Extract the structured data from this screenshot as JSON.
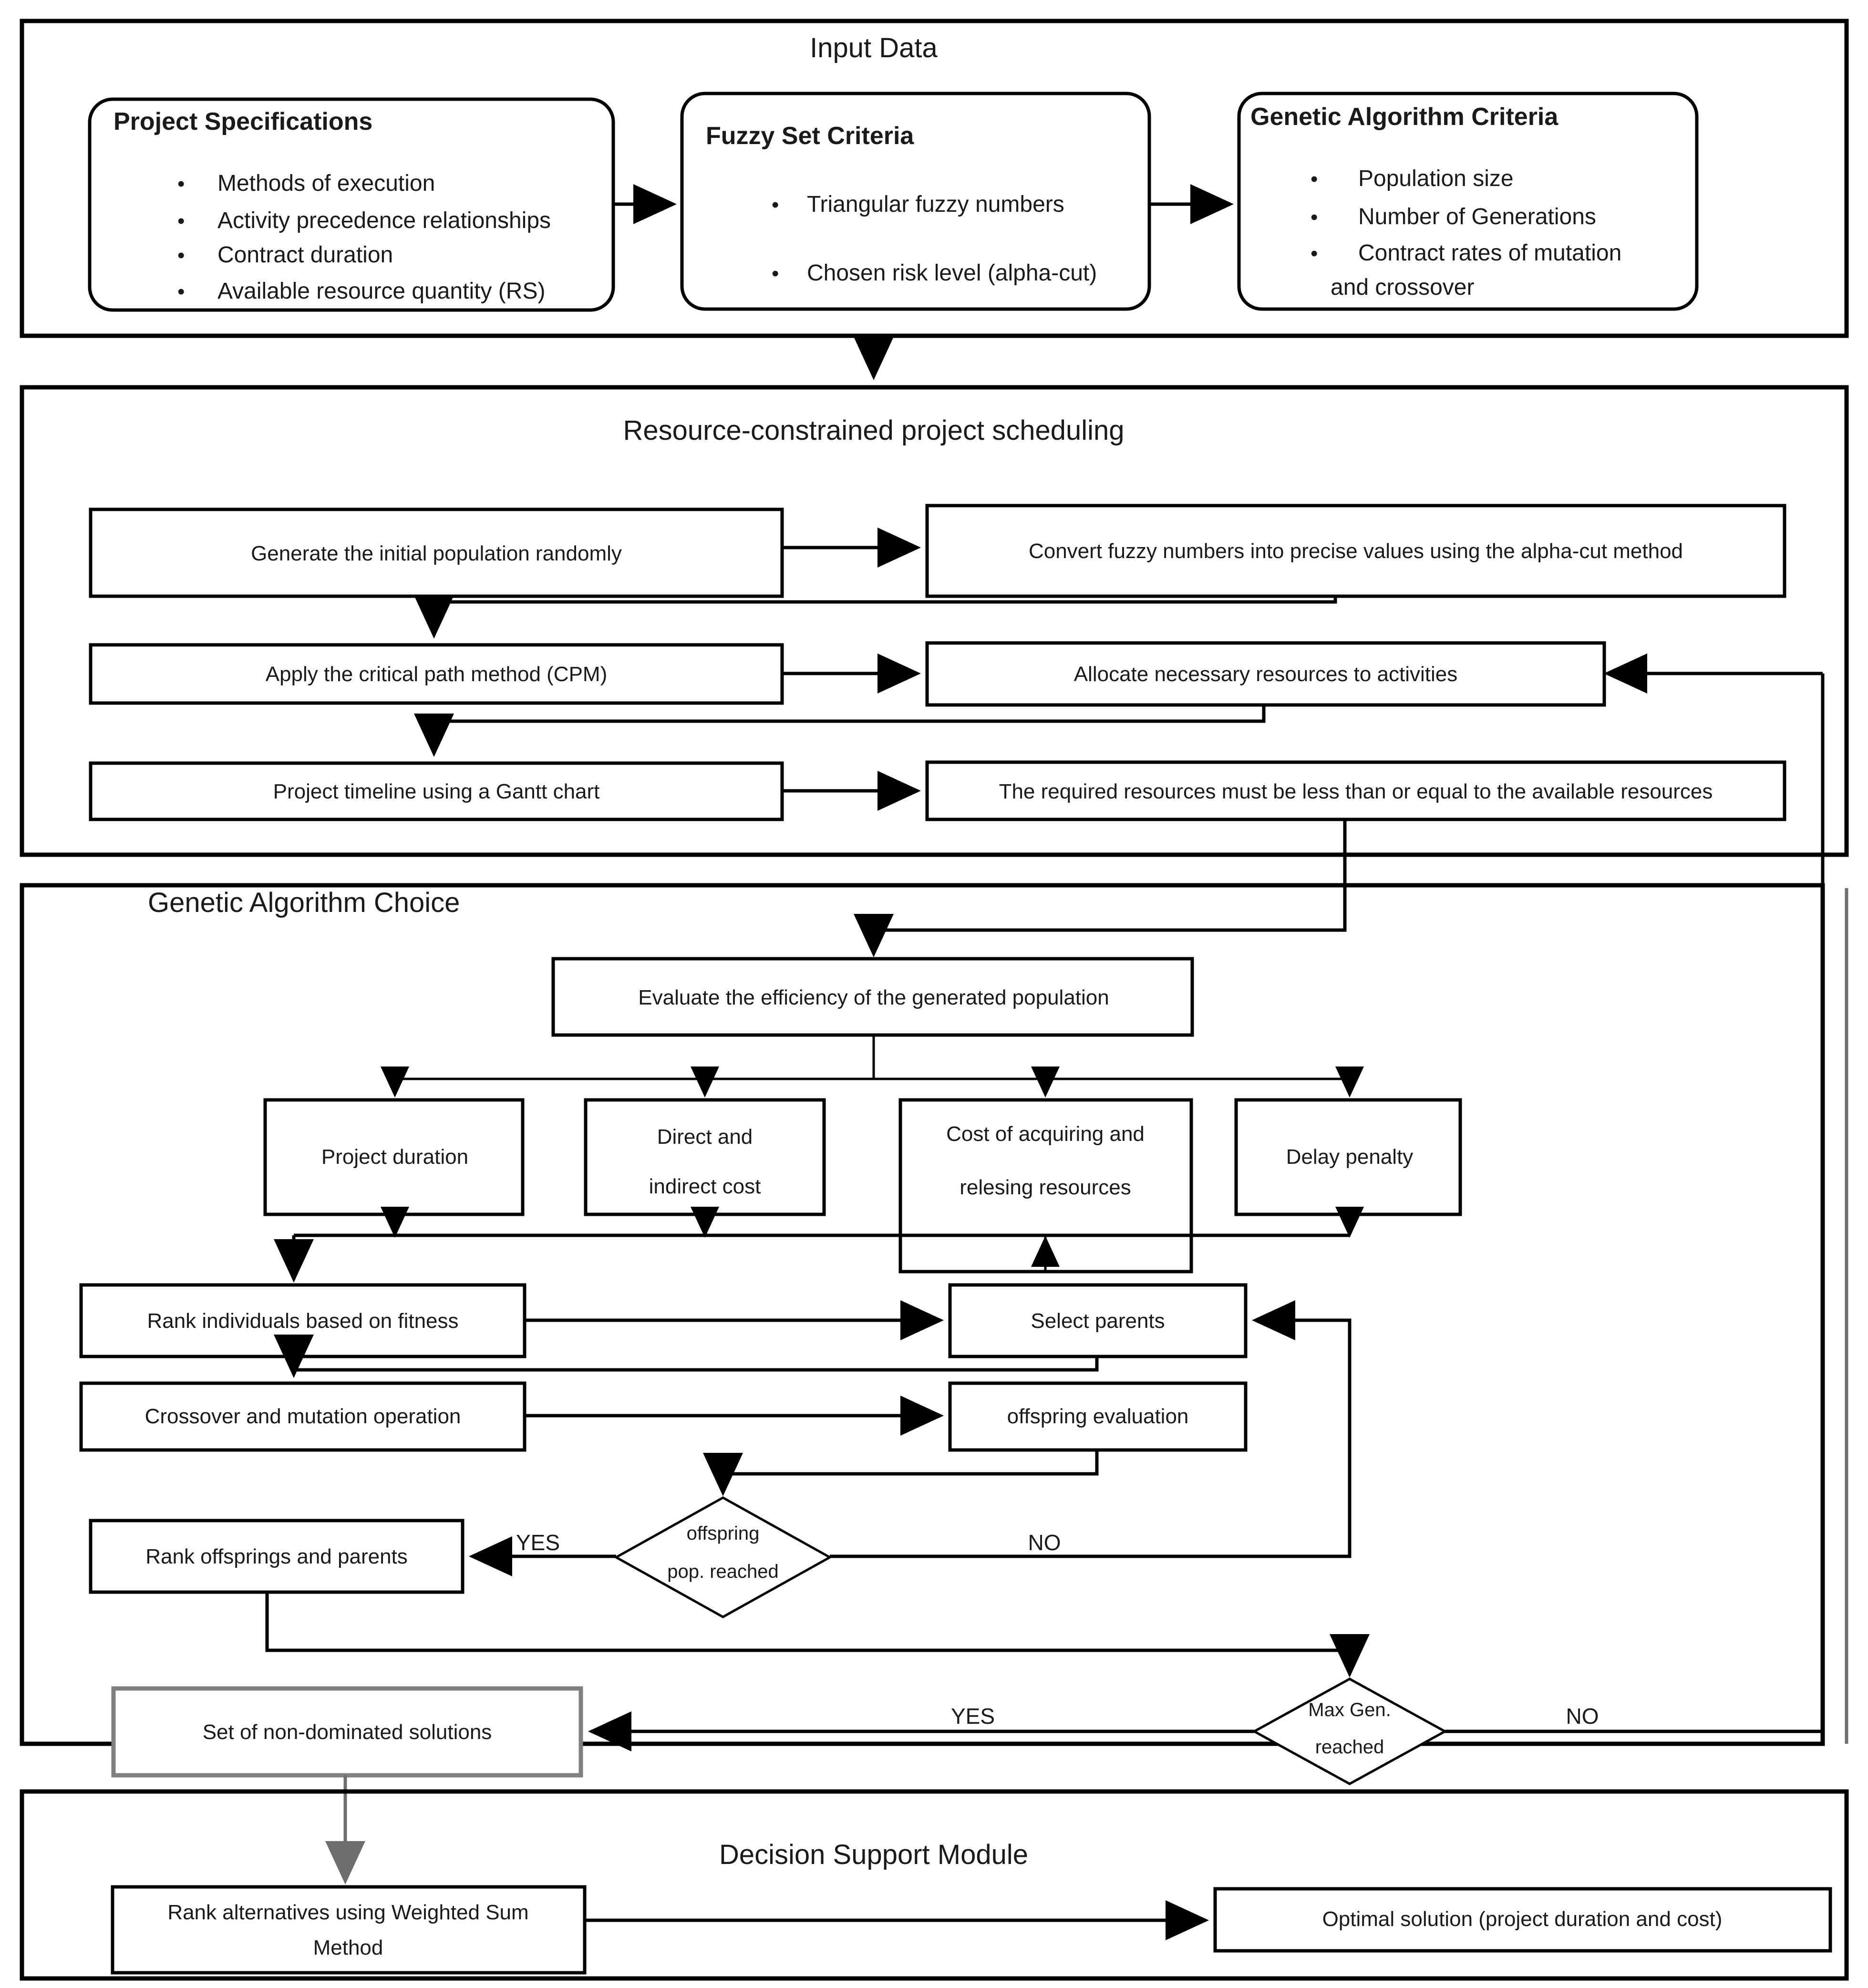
{
  "sections": {
    "input": {
      "title": "Input Data",
      "cards": [
        {
          "header": "Project Specifications",
          "bullets": [
            "Methods of execution",
            " Activity precedence relationships",
            "Contract duration",
            "Available resource quantity (RS)"
          ]
        },
        {
          "header": "Fuzzy  Set Criteria",
          "bullets": [
            "Triangular fuzzy numbers",
            "Chosen risk level (alpha-cut)"
          ]
        },
        {
          "header": "Genetic Algorithm Criteria",
          "bullets": [
            "Population size",
            " Number of Generations",
            "Contract rates of mutation",
            "and crossover"
          ]
        }
      ]
    },
    "scheduling": {
      "title": "Resource-constrained project scheduling",
      "boxes": {
        "generate": "Generate the initial population randomly",
        "convert": "Convert fuzzy numbers into precise values using the alpha-cut method",
        "cpm": "Apply the critical path method (CPM)",
        "allocate": "Allocate necessary resources to activities",
        "gantt": "Project timeline using a Gantt chart",
        "constraint": "The required resources must be less than or equal to the available resources"
      }
    },
    "ga": {
      "title": "Genetic Algorithm Choice",
      "boxes": {
        "evaluate": "Evaluate the efficiency of the generated population",
        "objective1": "Project duration",
        "objective2_l1": "Direct and",
        "objective2_l2": "indirect cost",
        "objective3_l1": "Cost of acquiring and",
        "objective3_l2": "relesing resources",
        "objective4": "Delay penalty",
        "rank_fitness": "Rank individuals based on fitness",
        "select_parents": "Select parents",
        "crossover": "Crossover and mutation operation",
        "offspring_eval": "offspring evaluation",
        "rank_off_par": "Rank offsprings and parents",
        "nondominated": "Set of non-dominated solutions"
      },
      "decisions": {
        "offspring_pop_l1": "offspring",
        "offspring_pop_l2": "pop. reached",
        "maxgen_l1": "Max Gen.",
        "maxgen_l2": "reached"
      },
      "edge_labels": {
        "yes1": "YES",
        "no1": "NO",
        "yes2": "YES",
        "no2": "NO"
      }
    },
    "decision_support": {
      "title": "Decision Support Module",
      "boxes": {
        "wsm_l1": "Rank alternatives using Weighted Sum",
        "wsm_l2": "Method",
        "optimal": "Optimal solution (project duration and cost)"
      }
    }
  },
  "icons": {
    "bullet": "•"
  },
  "colors": {
    "line": "#000000",
    "gray_border": "#7f7f7f",
    "text": "#1a1a1a",
    "background": "#ffffff"
  }
}
